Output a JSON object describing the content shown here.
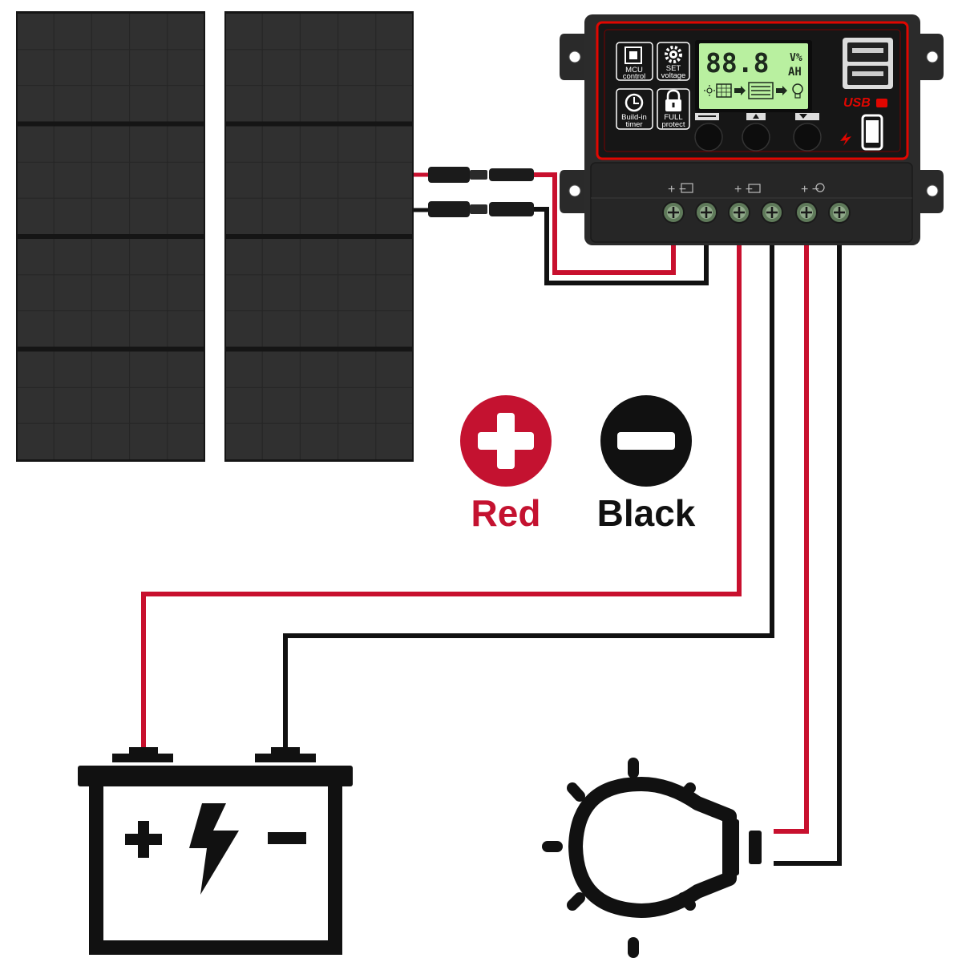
{
  "controller": {
    "lcd_digits": "88.8",
    "lcd_unit_top": "V%",
    "lcd_unit_bottom": "AH",
    "usb_label": "USB",
    "features": [
      {
        "label_line1": "MCU",
        "label_line2": "control",
        "icon": "chip-icon"
      },
      {
        "label_line1": "SET",
        "label_line2": "voltage",
        "icon": "gear-icon"
      },
      {
        "label_line1": "Build-in",
        "label_line2": "timer",
        "icon": "clock-icon"
      },
      {
        "label_line1": "FULL",
        "label_line2": "protect",
        "icon": "lock-icon"
      }
    ],
    "terminal_groups": [
      {
        "name": "solar",
        "polarity": "+ −",
        "icon": "solar-panel-icon"
      },
      {
        "name": "battery",
        "polarity": "+ −",
        "icon": "battery-icon"
      },
      {
        "name": "load",
        "polarity": "+ −",
        "icon": "bulb-icon"
      }
    ]
  },
  "legend": {
    "positive_label": "Red",
    "negative_label": "Black",
    "positive_color": "#c41230",
    "negative_color": "#111111"
  },
  "colors": {
    "wire_red": "#c8102e",
    "wire_black": "#111111",
    "controller_body": "#2b2b2b",
    "controller_accent": "#e10600"
  }
}
